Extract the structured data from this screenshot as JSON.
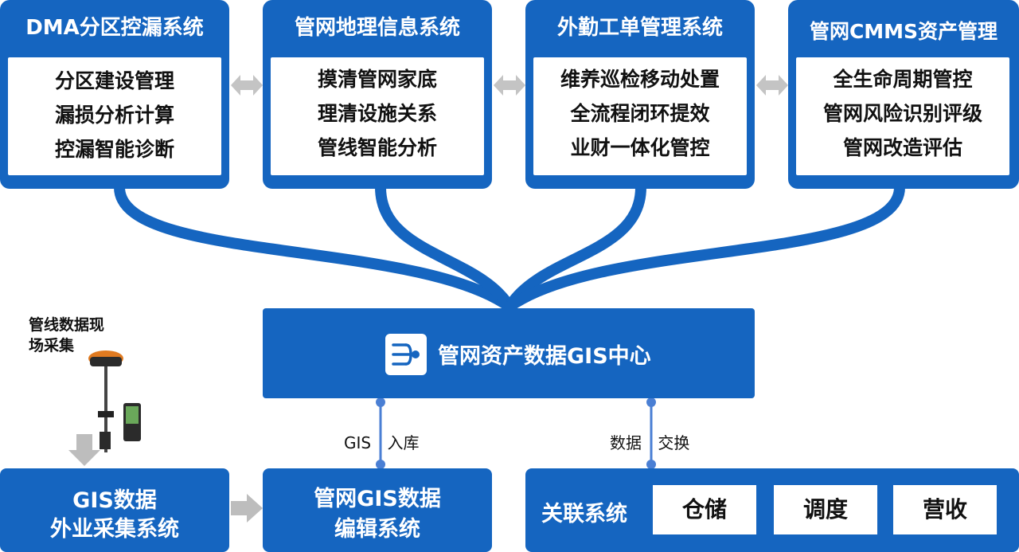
{
  "top_systems": [
    {
      "title": "DMA分区控漏系统",
      "items": [
        "分区建设管理",
        "漏损分析计算",
        "控漏智能诊断"
      ]
    },
    {
      "title": "管网地理信息系统",
      "items": [
        "摸清管网家底",
        "理清设施关系",
        "管线智能分析"
      ]
    },
    {
      "title": "外勤工单管理系统",
      "items": [
        "维养巡检移动处置",
        "全流程闭环提效",
        "业财一体化管控"
      ]
    },
    {
      "title": "管网CMMS资产管理",
      "items": [
        "全生命周期管控",
        "管网风险识别评级",
        "管网改造评估"
      ]
    }
  ],
  "center": {
    "title": "管网资产数据GIS中心",
    "icon": "data-hub-icon"
  },
  "field_device": {
    "caption_line1": "管线数据现",
    "caption_line2": "场采集",
    "icon": "gnss-receiver-icon"
  },
  "field_system": {
    "line1": "GIS数据",
    "line2": "外业采集系统"
  },
  "edit_system": {
    "line1": "管网GIS数据",
    "line2": "编辑系统"
  },
  "links": {
    "gis_label_a": "GIS",
    "gis_label_b": "入库",
    "data_label_a": "数据",
    "data_label_b": "交换"
  },
  "related": {
    "title": "关联系统",
    "chips": [
      "仓储",
      "调度",
      "营收"
    ]
  },
  "colors": {
    "primary": "#1565c0",
    "arrow_gray": "#bdbdbd",
    "connector": "#4a7fd4"
  }
}
